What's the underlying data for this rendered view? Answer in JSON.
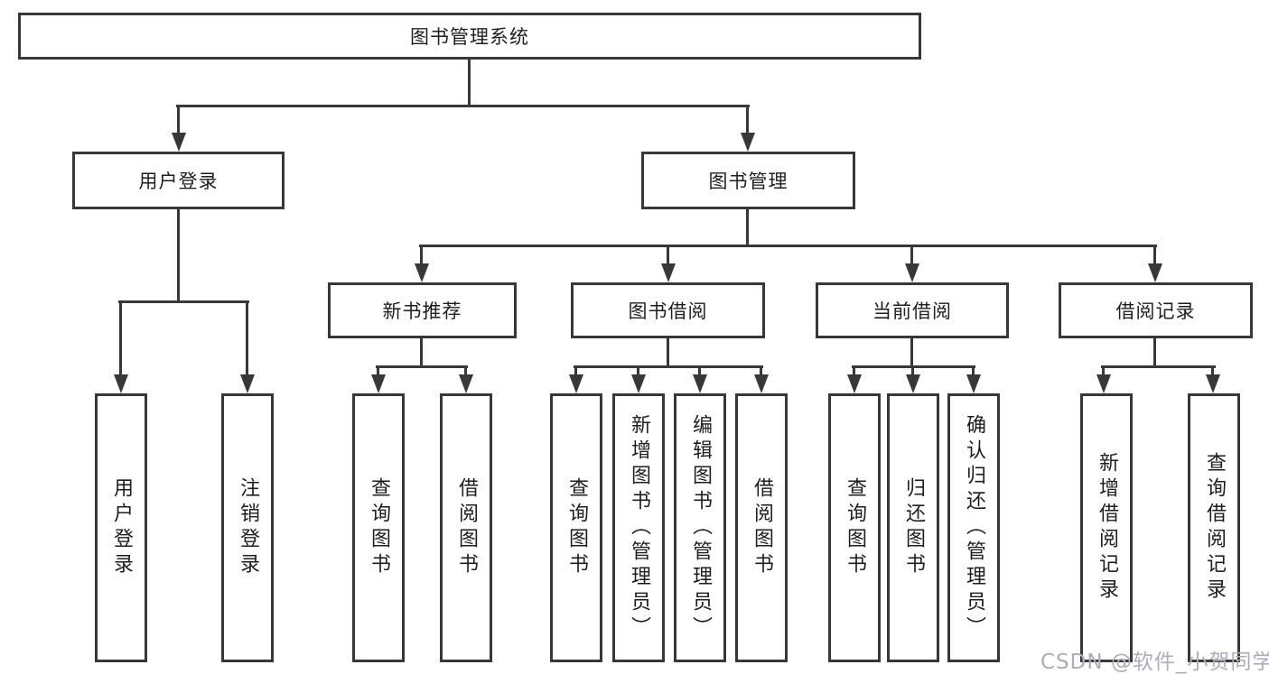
{
  "diagram": {
    "root": {
      "label": "图书管理系统"
    },
    "level2": [
      {
        "id": "user-login",
        "label": "用户登录"
      },
      {
        "id": "book-management",
        "label": "图书管理"
      }
    ],
    "level3": [
      {
        "id": "new-book-recommend",
        "label": "新书推荐",
        "parent": "book-management"
      },
      {
        "id": "book-borrowing",
        "label": "图书借阅",
        "parent": "book-management"
      },
      {
        "id": "current-borrowing",
        "label": "当前借阅",
        "parent": "book-management"
      },
      {
        "id": "borrowing-records",
        "label": "借阅记录",
        "parent": "book-management"
      }
    ],
    "leaves": [
      {
        "id": "user-login",
        "label": "用户登录",
        "parent": "user-login"
      },
      {
        "id": "logout",
        "label": "注销登录",
        "parent": "user-login"
      },
      {
        "id": "query-books-1",
        "label": "查询图书",
        "parent": "new-book-recommend"
      },
      {
        "id": "borrow-books-1",
        "label": "借阅图书",
        "parent": "new-book-recommend"
      },
      {
        "id": "query-books-2",
        "label": "查询图书",
        "parent": "book-borrowing"
      },
      {
        "id": "add-books-admin",
        "label": "新增图书（管理员）",
        "parent": "book-borrowing"
      },
      {
        "id": "edit-books-admin",
        "label": "编辑图书（管理员）",
        "parent": "book-borrowing"
      },
      {
        "id": "borrow-books-2",
        "label": "借阅图书",
        "parent": "book-borrowing"
      },
      {
        "id": "query-books-3",
        "label": "查询图书",
        "parent": "current-borrowing"
      },
      {
        "id": "return-books",
        "label": "归还图书",
        "parent": "current-borrowing"
      },
      {
        "id": "confirm-return-admin",
        "label": "确认归还（管理员）",
        "parent": "current-borrowing"
      },
      {
        "id": "add-borrow-record",
        "label": "新增借阅记录",
        "parent": "borrowing-records"
      },
      {
        "id": "query-borrow-record",
        "label": "查询借阅记录",
        "parent": "borrowing-records"
      }
    ],
    "watermark": "CSDN @软件_小贺同学",
    "colors": {
      "line": "#383838",
      "text": "#1e1e1e",
      "watermark": "#a9afb8",
      "background": "#ffffff"
    }
  }
}
